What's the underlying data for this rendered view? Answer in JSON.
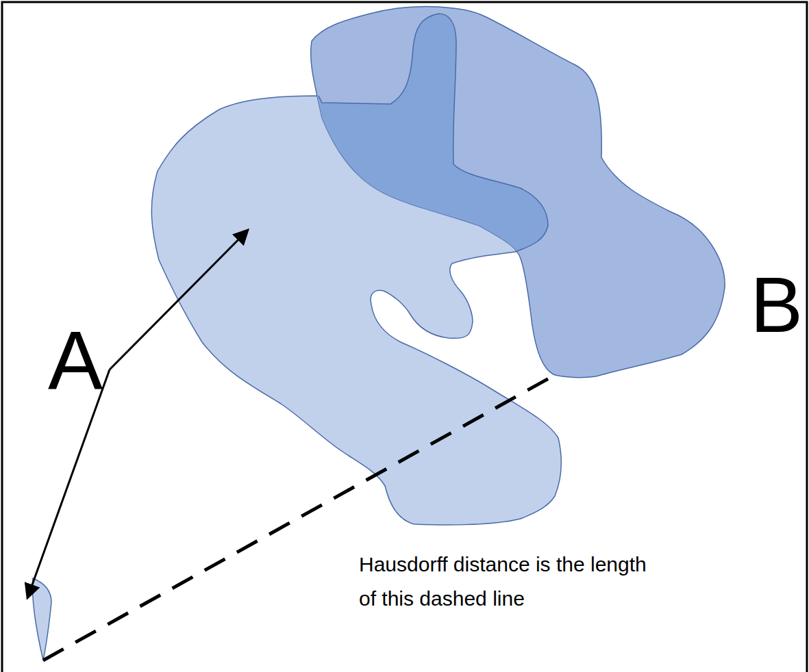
{
  "diagram": {
    "labels": [
      "A",
      "B",
      "Hausdorff distance is the length of this dashed line"
    ]
  }
}
